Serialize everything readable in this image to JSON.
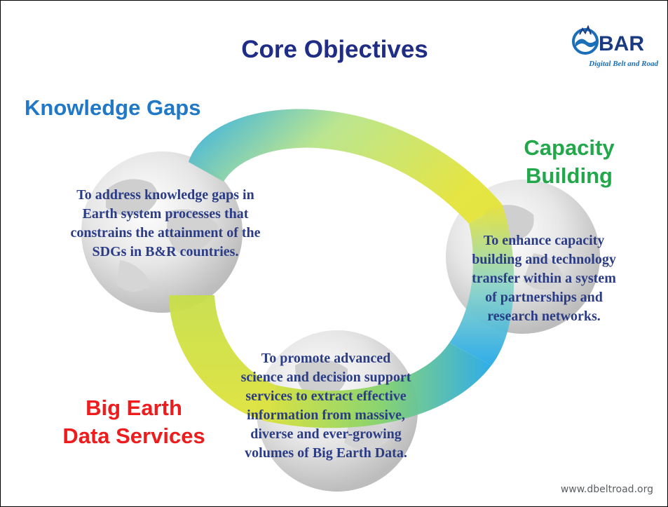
{
  "title": "Core Objectives",
  "logo": {
    "text": "BAR",
    "tagline": "Digital Belt and Road",
    "icon": "globe-wave-icon"
  },
  "objectives": {
    "knowledge": {
      "heading": "Knowledge Gaps",
      "lines": [
        "To address knowledge gaps in",
        "Earth system processes that",
        "constrains the attainment of the",
        "SDGs in B&R countries."
      ]
    },
    "capacity": {
      "heading_lines": [
        "Capacity",
        "Building"
      ],
      "lines": [
        "To enhance capacity",
        "building and technology",
        "transfer within a system",
        "of partnerships and",
        "research networks."
      ]
    },
    "bigdata": {
      "heading_lines": [
        "Big Earth",
        "Data Services"
      ],
      "lines": [
        "To promote advanced",
        "science and decision support",
        "services to extract effective",
        "information from massive,",
        "diverse and ever-growing",
        "volumes of Big Earth Data."
      ]
    }
  },
  "footer": {
    "url": "www.dbeltroad.org"
  },
  "colors": {
    "title": "#1f2d86",
    "knowledge_heading": "#1f78c8",
    "capacity_heading": "#22a84a",
    "bigdata_heading": "#ee1c1c",
    "body_text": "#2b3c86",
    "ring_blue": "#26a9e8",
    "ring_yellow": "#dfe33a"
  }
}
